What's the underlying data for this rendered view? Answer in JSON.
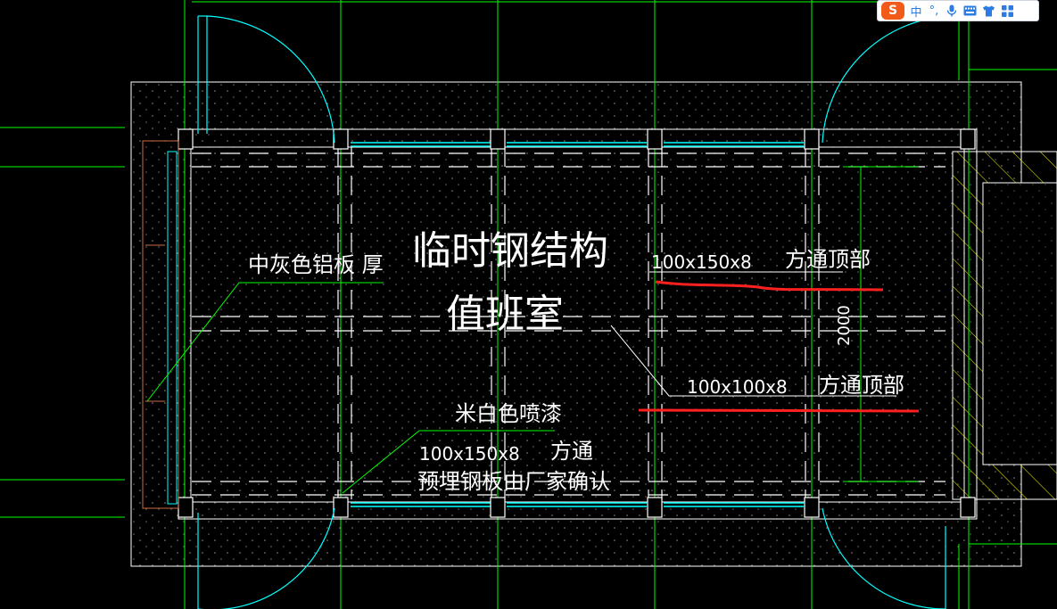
{
  "drawing": {
    "title_line1": "临时钢结构",
    "title_line2": "值班室",
    "label_panel": "中灰色铝板 厚",
    "label_paint": "米白色喷漆",
    "beam_top_spec": "100x150x8",
    "beam_top_note": "方通顶部",
    "beam_mid_spec": "100x100x8",
    "beam_mid_note": "方通顶部",
    "beam_bottom_spec": "100x150x8",
    "beam_bottom_note": "方通",
    "embed_note": "预埋钢板由厂家确认",
    "dimension_2000": "2000"
  },
  "colors": {
    "background": "#000000",
    "axis_green": "#00ff00",
    "wall_white": "#ffffff",
    "glass_cyan": "#00ffff",
    "markup_red": "#ff2020",
    "dot_grey": "#8a8a8a"
  },
  "ime_toolbar": {
    "logo": "S",
    "mode": "中",
    "punct": "°,",
    "voice_icon": "microphone-icon",
    "keyboard_icon": "keyboard-icon",
    "skin_icon": "shirt-icon",
    "tools_icon": "grid-icon"
  }
}
